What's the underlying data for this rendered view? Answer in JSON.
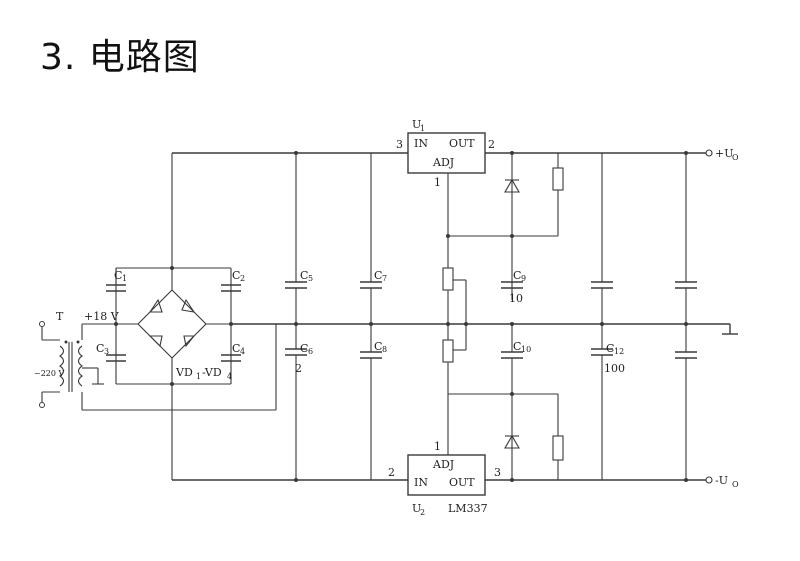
{
  "heading": "3. 电路图",
  "labels": {
    "u1": "U",
    "u1_sub": "1",
    "u1_in": "IN",
    "u1_out": "OUT",
    "u1_adj": "ADJ",
    "u1_pin3": "3",
    "u1_pin2": "2",
    "u1_pin1": "1",
    "u2": "U",
    "u2_sub": "2",
    "u2_in": "IN",
    "u2_out": "OUT",
    "u2_adj": "ADJ",
    "u2_pin2": "2",
    "u2_pin3": "3",
    "u2_pin1": "1",
    "u2_part": "LM337",
    "plus_uo": "+U",
    "plus_uo_sub": "O",
    "minus_uo": "-U",
    "minus_uo_sub": "O",
    "transformer": "T",
    "v18": "+18 V",
    "v220": "~220 V",
    "c1": "C",
    "c1_sub": "1",
    "c2": "C",
    "c2_sub": "2",
    "c3": "C",
    "c3_sub": "3",
    "c4": "C",
    "c4_sub": "4",
    "c5": "C",
    "c5_sub": "5",
    "c6": "C",
    "c6_sub": "6",
    "c6_val": "2",
    "c7": "C",
    "c7_sub": "7",
    "c8": "C",
    "c8_sub": "8",
    "c9": "C",
    "c9_sub": "9",
    "c9_val": "10",
    "c10": "C",
    "c10_sub": "10",
    "c12": "C",
    "c12_sub": "12",
    "c12_val": "100",
    "vd": "VD",
    "vd_sub1": "1",
    "vd_dash": "-VD",
    "vd_sub4": "4"
  }
}
